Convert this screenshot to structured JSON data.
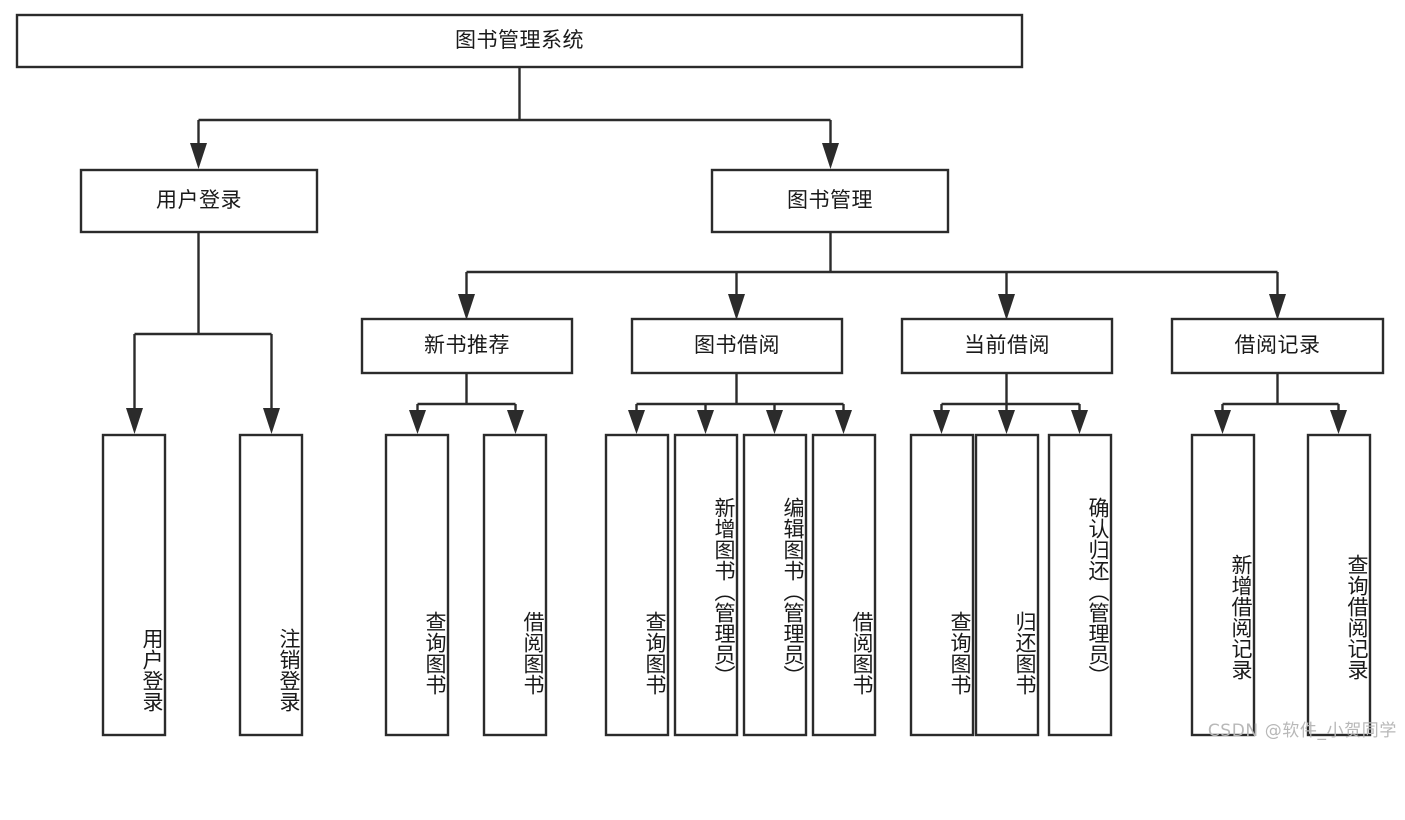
{
  "diagram": {
    "type": "tree-hierarchy",
    "title": "图书管理系统",
    "orientation": "top-down",
    "colors": {
      "box_stroke": "#2b2b2b",
      "box_fill": "#ffffff",
      "text": "#1a1a1a",
      "background": "#ffffff",
      "watermark": "#b8b8b8"
    },
    "root": {
      "label": "图书管理系统"
    },
    "level2": [
      {
        "label": "用户登录"
      },
      {
        "label": "图书管理"
      }
    ],
    "level3": [
      {
        "label": "新书推荐"
      },
      {
        "label": "图书借阅"
      },
      {
        "label": "当前借阅"
      },
      {
        "label": "借阅记录"
      }
    ],
    "leaves": {
      "user_login": [
        {
          "label": "用户登录"
        },
        {
          "label": "注销登录"
        }
      ],
      "new_book_recommend": [
        {
          "label": "查询图书"
        },
        {
          "label": "借阅图书"
        }
      ],
      "book_borrow": [
        {
          "label": "查询图书"
        },
        {
          "label": "新增图书（管理员）"
        },
        {
          "label": "编辑图书（管理员）"
        },
        {
          "label": "借阅图书"
        }
      ],
      "current_borrow": [
        {
          "label": "查询图书"
        },
        {
          "label": "归还图书"
        },
        {
          "label": "确认归还（管理员）"
        }
      ],
      "borrow_record": [
        {
          "label": "新增借阅记录"
        },
        {
          "label": "查询借阅记录"
        }
      ]
    }
  },
  "watermark": {
    "text": "CSDN @软件_小贺同学"
  }
}
